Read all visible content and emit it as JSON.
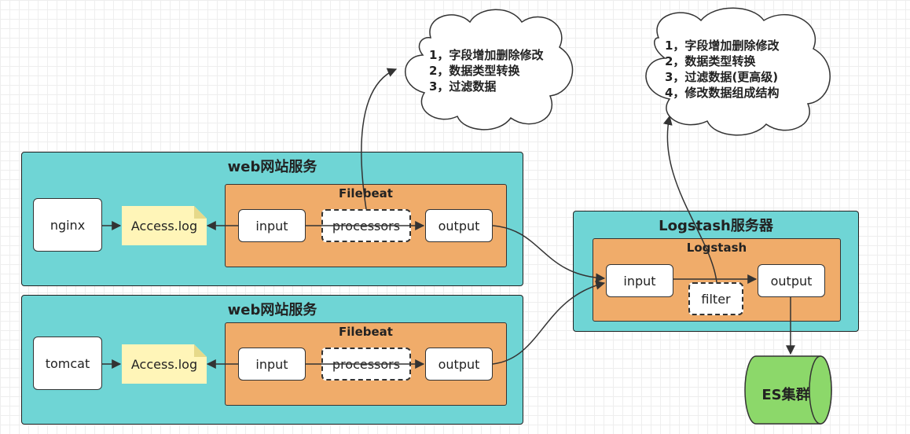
{
  "web_services": [
    {
      "title": "web网站服务",
      "app": "nginx",
      "log": "Access.log",
      "beat_title": "Filebeat",
      "input": "input",
      "processors": "processors",
      "output": "output"
    },
    {
      "title": "web网站服务",
      "app": "tomcat",
      "log": "Access.log",
      "beat_title": "Filebeat",
      "input": "input",
      "processors": "processors",
      "output": "output"
    }
  ],
  "logstash_server": {
    "title": "Logstash服务器",
    "inner_title": "Logstash",
    "input": "input",
    "filter": "filter",
    "output": "output"
  },
  "es": {
    "label": "ES集群"
  },
  "cloud_filebeat": {
    "lines": [
      "1，字段增加删除修改",
      "2，数据类型转换",
      "3，过滤数据"
    ]
  },
  "cloud_logstash": {
    "lines": [
      "1，字段增加删除修改",
      "2，数据类型转换",
      "3，过滤数据(更高级)",
      "4，修改数据组成结构"
    ]
  },
  "colors": {
    "service_bg": "#6fd5d5",
    "beat_bg": "#f0ac6a",
    "note_bg": "#fff5b8",
    "es_green": "#8cd86a"
  }
}
